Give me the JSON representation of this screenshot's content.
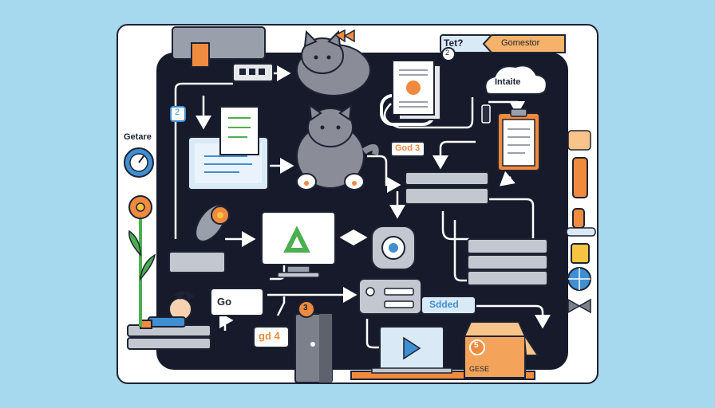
{
  "labels": {
    "top_left_tag": "Tet?",
    "top_right_tag": "Gomestor",
    "cloud": "Intaite",
    "side_label": "Getare",
    "god3": "God 3",
    "step2_top": "2",
    "step2_left": "2",
    "step3": "3",
    "go": "Go",
    "gd4": "gd 4",
    "sdded": "Sdded",
    "box_badge": "5",
    "box_label": "GESE"
  },
  "colors": {
    "background": "#a6d9ee",
    "dark_panel": "#161a2b",
    "accent_orange": "#f08a3e",
    "accent_blue": "#3f8fd2",
    "accent_green": "#4caf50",
    "cat_gray": "#8a8d97"
  },
  "icons": [
    "server-icon",
    "cat-icon",
    "document-icon",
    "cloud-icon",
    "clipboard-icon",
    "monitor-icon",
    "recycle-icon",
    "router-icon",
    "flower-icon",
    "person-icon",
    "tower-pc-icon",
    "laptop-icon",
    "box-icon",
    "globe-icon",
    "gauge-icon"
  ]
}
